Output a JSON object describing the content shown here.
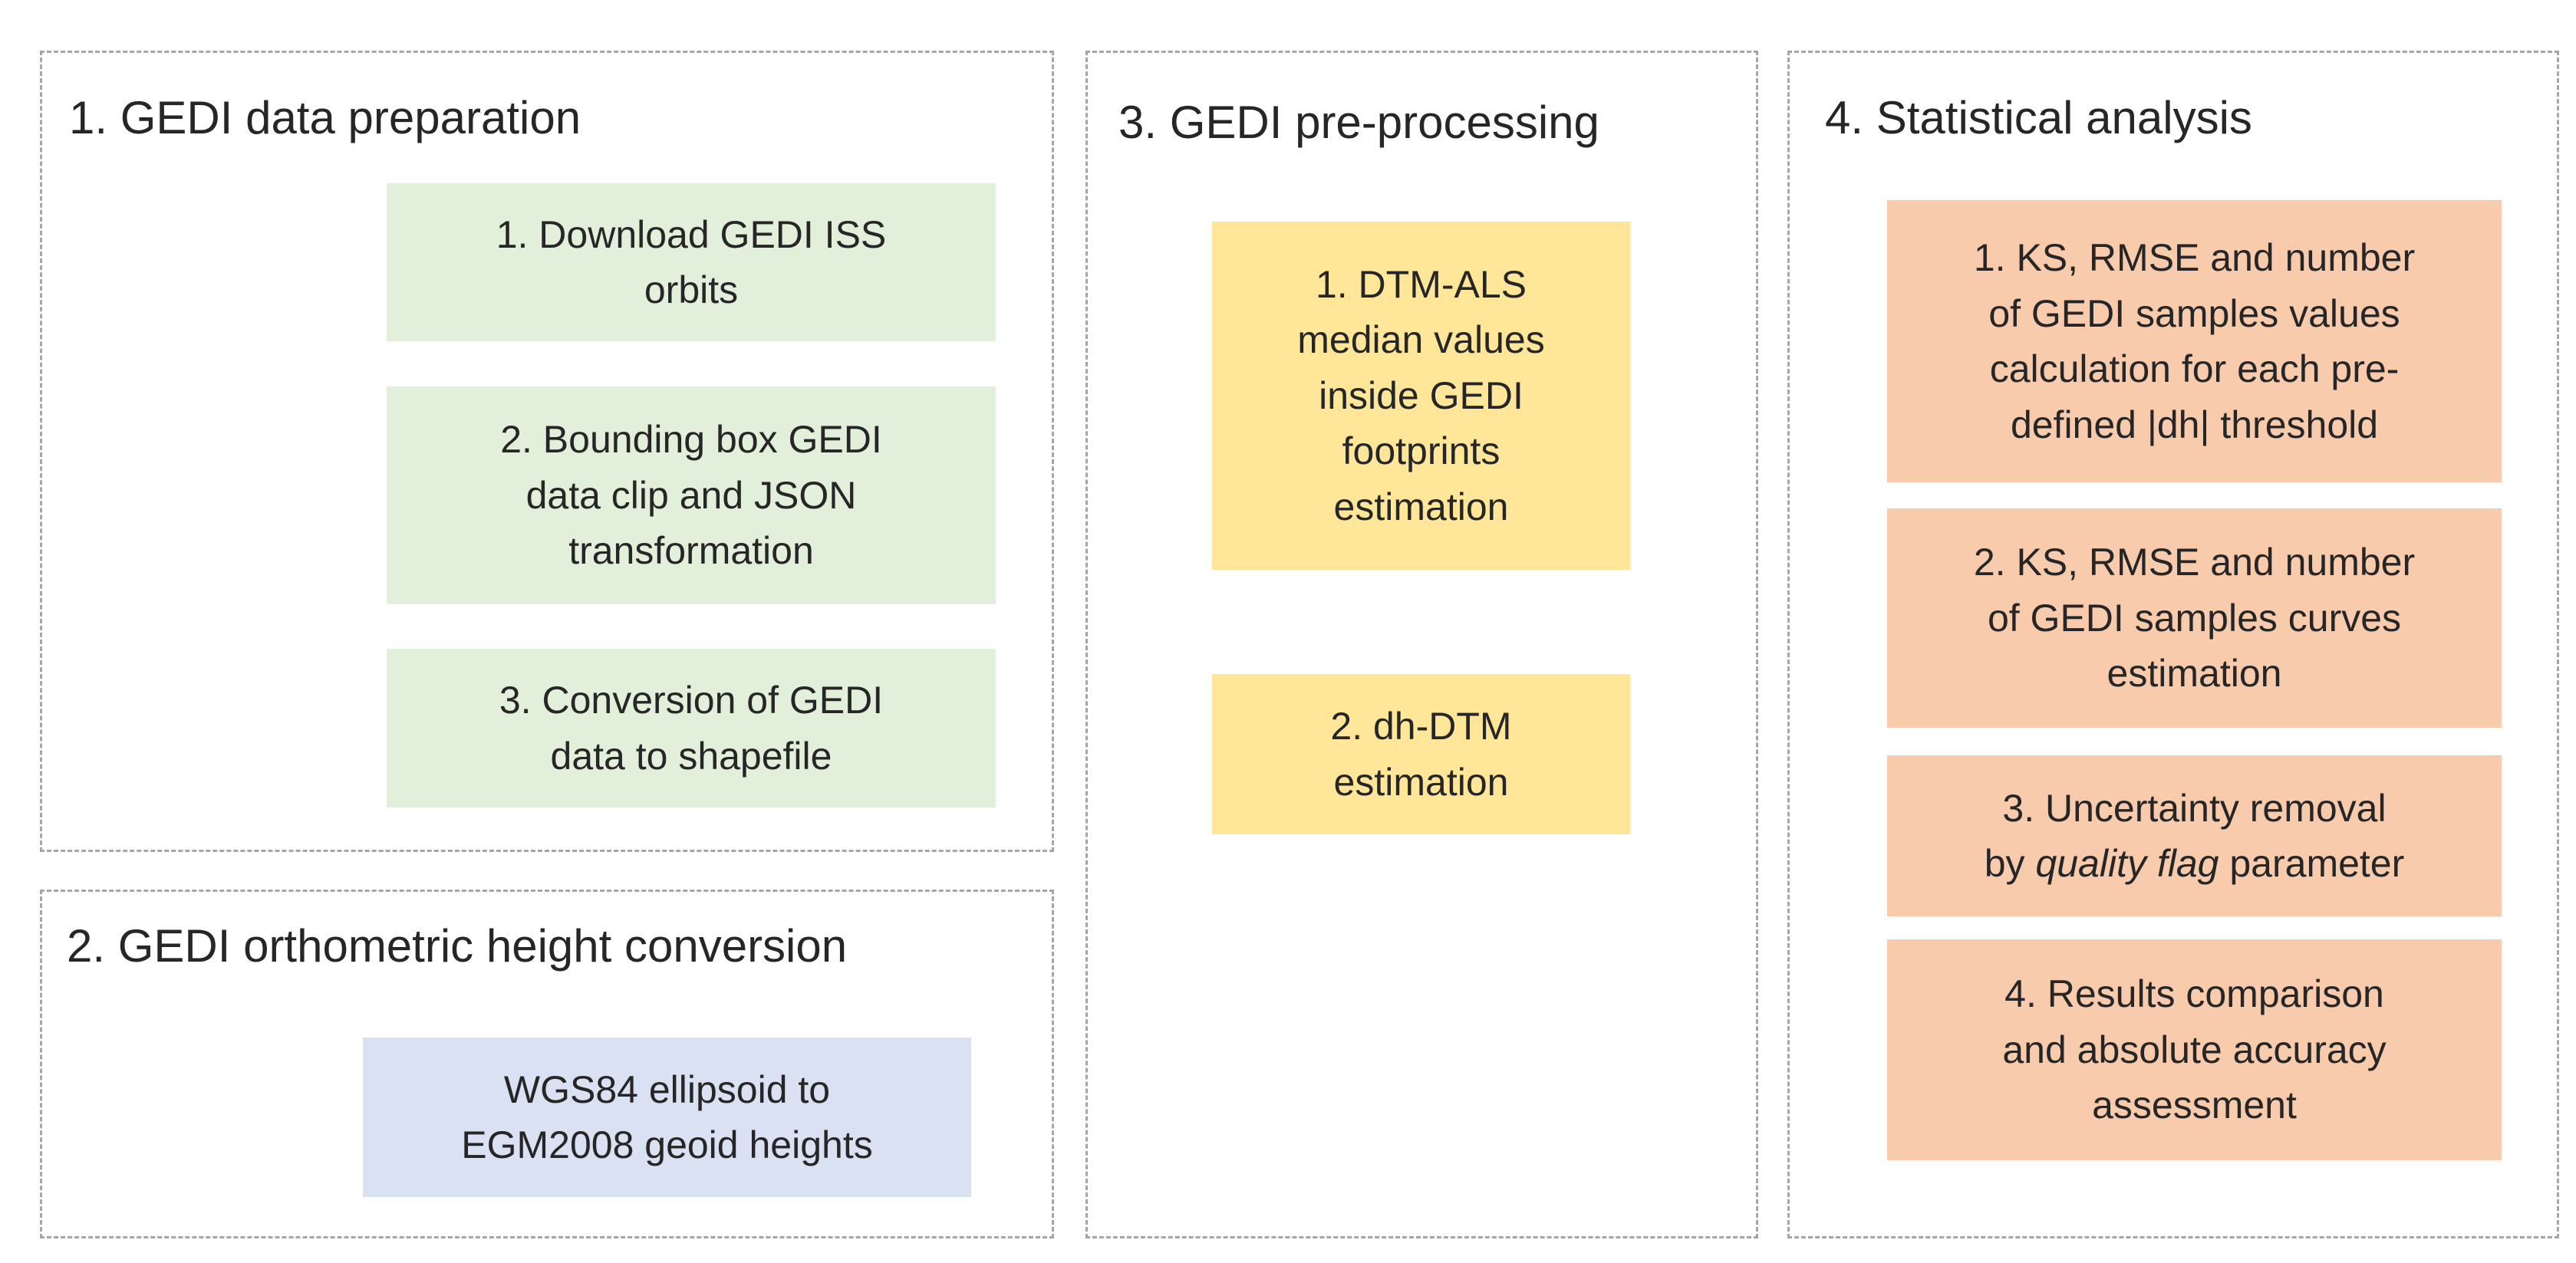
{
  "panels": {
    "p1": {
      "title": "1. GEDI data preparation",
      "steps": [
        {
          "lines": [
            "1. Download GEDI ISS",
            "orbits"
          ]
        },
        {
          "lines": [
            "2. Bounding box GEDI",
            "data clip and JSON",
            "transformation"
          ]
        },
        {
          "lines": [
            "3. Conversion of GEDI",
            "data  to shapefile"
          ]
        }
      ]
    },
    "p2": {
      "title": "2. GEDI orthometric  height conversion",
      "steps": [
        {
          "lines": [
            "WGS84 ellipsoid to",
            "EGM2008 geoid heights"
          ]
        }
      ]
    },
    "p3": {
      "title": "3. GEDI pre-processing",
      "steps": [
        {
          "lines": [
            "1. DTM-ALS",
            "median values",
            "inside GEDI",
            "footprints",
            "estimation"
          ]
        },
        {
          "lines": [
            "2. dh-DTM",
            "estimation"
          ]
        }
      ]
    },
    "p4": {
      "title": "4. Statistical analysis",
      "steps": [
        {
          "lines": [
            "1. KS, RMSE and number",
            "of GEDI samples values",
            "calculation for each pre-",
            "defined |dh| threshold"
          ]
        },
        {
          "lines": [
            "2. KS, RMSE and number",
            "of GEDI samples curves",
            "estimation"
          ]
        },
        {
          "line1": "3.  Uncertainty removal",
          "line2_pre": "by ",
          "line2_italic": "quality flag",
          "line2_post": " parameter"
        },
        {
          "lines": [
            "4.  Results comparison",
            "and absolute accuracy",
            "assessment"
          ]
        }
      ]
    }
  },
  "colors": {
    "prep": "#e2efda",
    "conversion": "#d9e1f2",
    "preprocessing": "#ffe699",
    "analysis": "#f8cbad",
    "border": "#a6a6a6"
  }
}
